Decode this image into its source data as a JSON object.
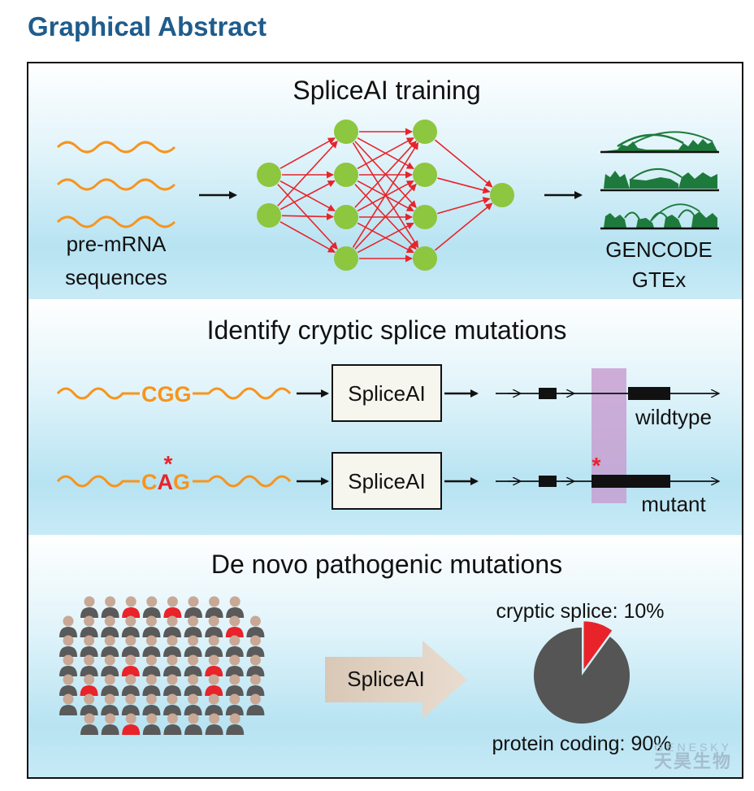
{
  "heading": "Graphical Abstract",
  "section1": {
    "title": "SpliceAI training",
    "input_label_1": "pre-mRNA",
    "input_label_2": "sequences",
    "output_label_1": "GENCODE",
    "output_label_2": "GTEx"
  },
  "section2": {
    "title": "Identify cryptic splice mutations",
    "wt_codon": "CGG",
    "mut_codon_1": "C",
    "mut_codon_2": "A",
    "mut_codon_3": "G",
    "mut_star": "*",
    "model_label": "SpliceAI",
    "wt_label": "wildtype",
    "mut_label": "mutant"
  },
  "section3": {
    "title": "De novo pathogenic mutations",
    "arrow_label": "SpliceAI",
    "pie_label_small": "cryptic splice: 10%",
    "pie_label_large": "protein coding: 90%"
  },
  "pie_values": {
    "cryptic_splice": 10,
    "protein_coding": 90
  },
  "colors": {
    "heading": "#1f5c8c",
    "wave": "#f7941d",
    "neuron": "#8dc63f",
    "edge": "#e8232a",
    "track": "#1e7a3c",
    "mutation": "#e8232a",
    "highlight": "#c79bd0",
    "person": "#c9a896",
    "person_body": "#5a5a5a",
    "pie_main": "#555555"
  },
  "watermark": {
    "line1": "GENESKY",
    "line2": "天昊生物"
  }
}
